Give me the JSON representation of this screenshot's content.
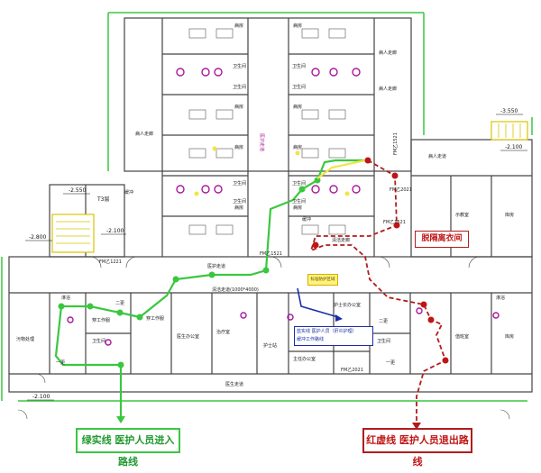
{
  "routes": {
    "green_label": "绿实线  医护人员进入路线",
    "red_label": "红虚线  医护人员退出路线",
    "undress_label": "脱隔离衣间",
    "blue_note_line1": "蓝实线  医护人员（肝炎护理）",
    "blue_note_line2": "缓冲工作路线",
    "yellow_tag": "标准防护区域",
    "colors": {
      "green": "#3ac73f",
      "red": "#b11c1c",
      "blue": "#1a2da8",
      "yellow": "#f0e44a",
      "magenta": "#a8189a"
    }
  },
  "levels": {
    "top_right": "-3.550",
    "mid_right": "-2.100",
    "left_upper": "-2.550",
    "left_lower": "-2.100",
    "left_stair": "-2.800",
    "bottom_left": "-2.100",
    "left_mid_tag": "T3层"
  },
  "rooms": {
    "wards": [
      "病房",
      "病房",
      "病房",
      "病房",
      "病房",
      "病房",
      "病房",
      "病房"
    ],
    "baths": [
      "卫生间",
      "卫生间",
      "卫生间",
      "卫生间",
      "卫生间",
      "卫生间",
      "卫生间",
      "卫生间"
    ],
    "corridor_center": "医护走道",
    "left_patient": "病人走廊",
    "right_patient": "病人走廊",
    "right_corridor": "病人走道",
    "right_room": "病人走廊",
    "buffer_1": "缓冲",
    "buffer_2": "缓冲",
    "center_label": "清洁走廊",
    "dressing_1": "穿工作服",
    "dressing_2": "穿工作服",
    "change_1": "二更",
    "change_2": "二更",
    "change_3": "一更",
    "change_4": "一更",
    "toilet_1": "卫生间",
    "toilet_2": "卫生间",
    "shower_1": "淋浴",
    "shower_2": "淋浴",
    "nurse_station": "护士站",
    "treatment": "治疗室",
    "office_1": "医生办公室",
    "office_2": "主任办公室",
    "office_3": "护士长办公室",
    "duty_room": "值班室",
    "storage": "库房",
    "bottom_corridor": "医生走道",
    "left_room": "污物处理",
    "right_room_1": "示教室",
    "right_room_2": "库房",
    "staff_corridor": "医护走道",
    "mid_corridor_label": "清洁走道(1000*4000)",
    "door_1": "FM乙1221",
    "door_2": "FM乙1521",
    "door_3": "FM乙1521",
    "door_4": "FM乙1521",
    "door_5": "FM乙2021",
    "door_6": "FM乙2021"
  }
}
